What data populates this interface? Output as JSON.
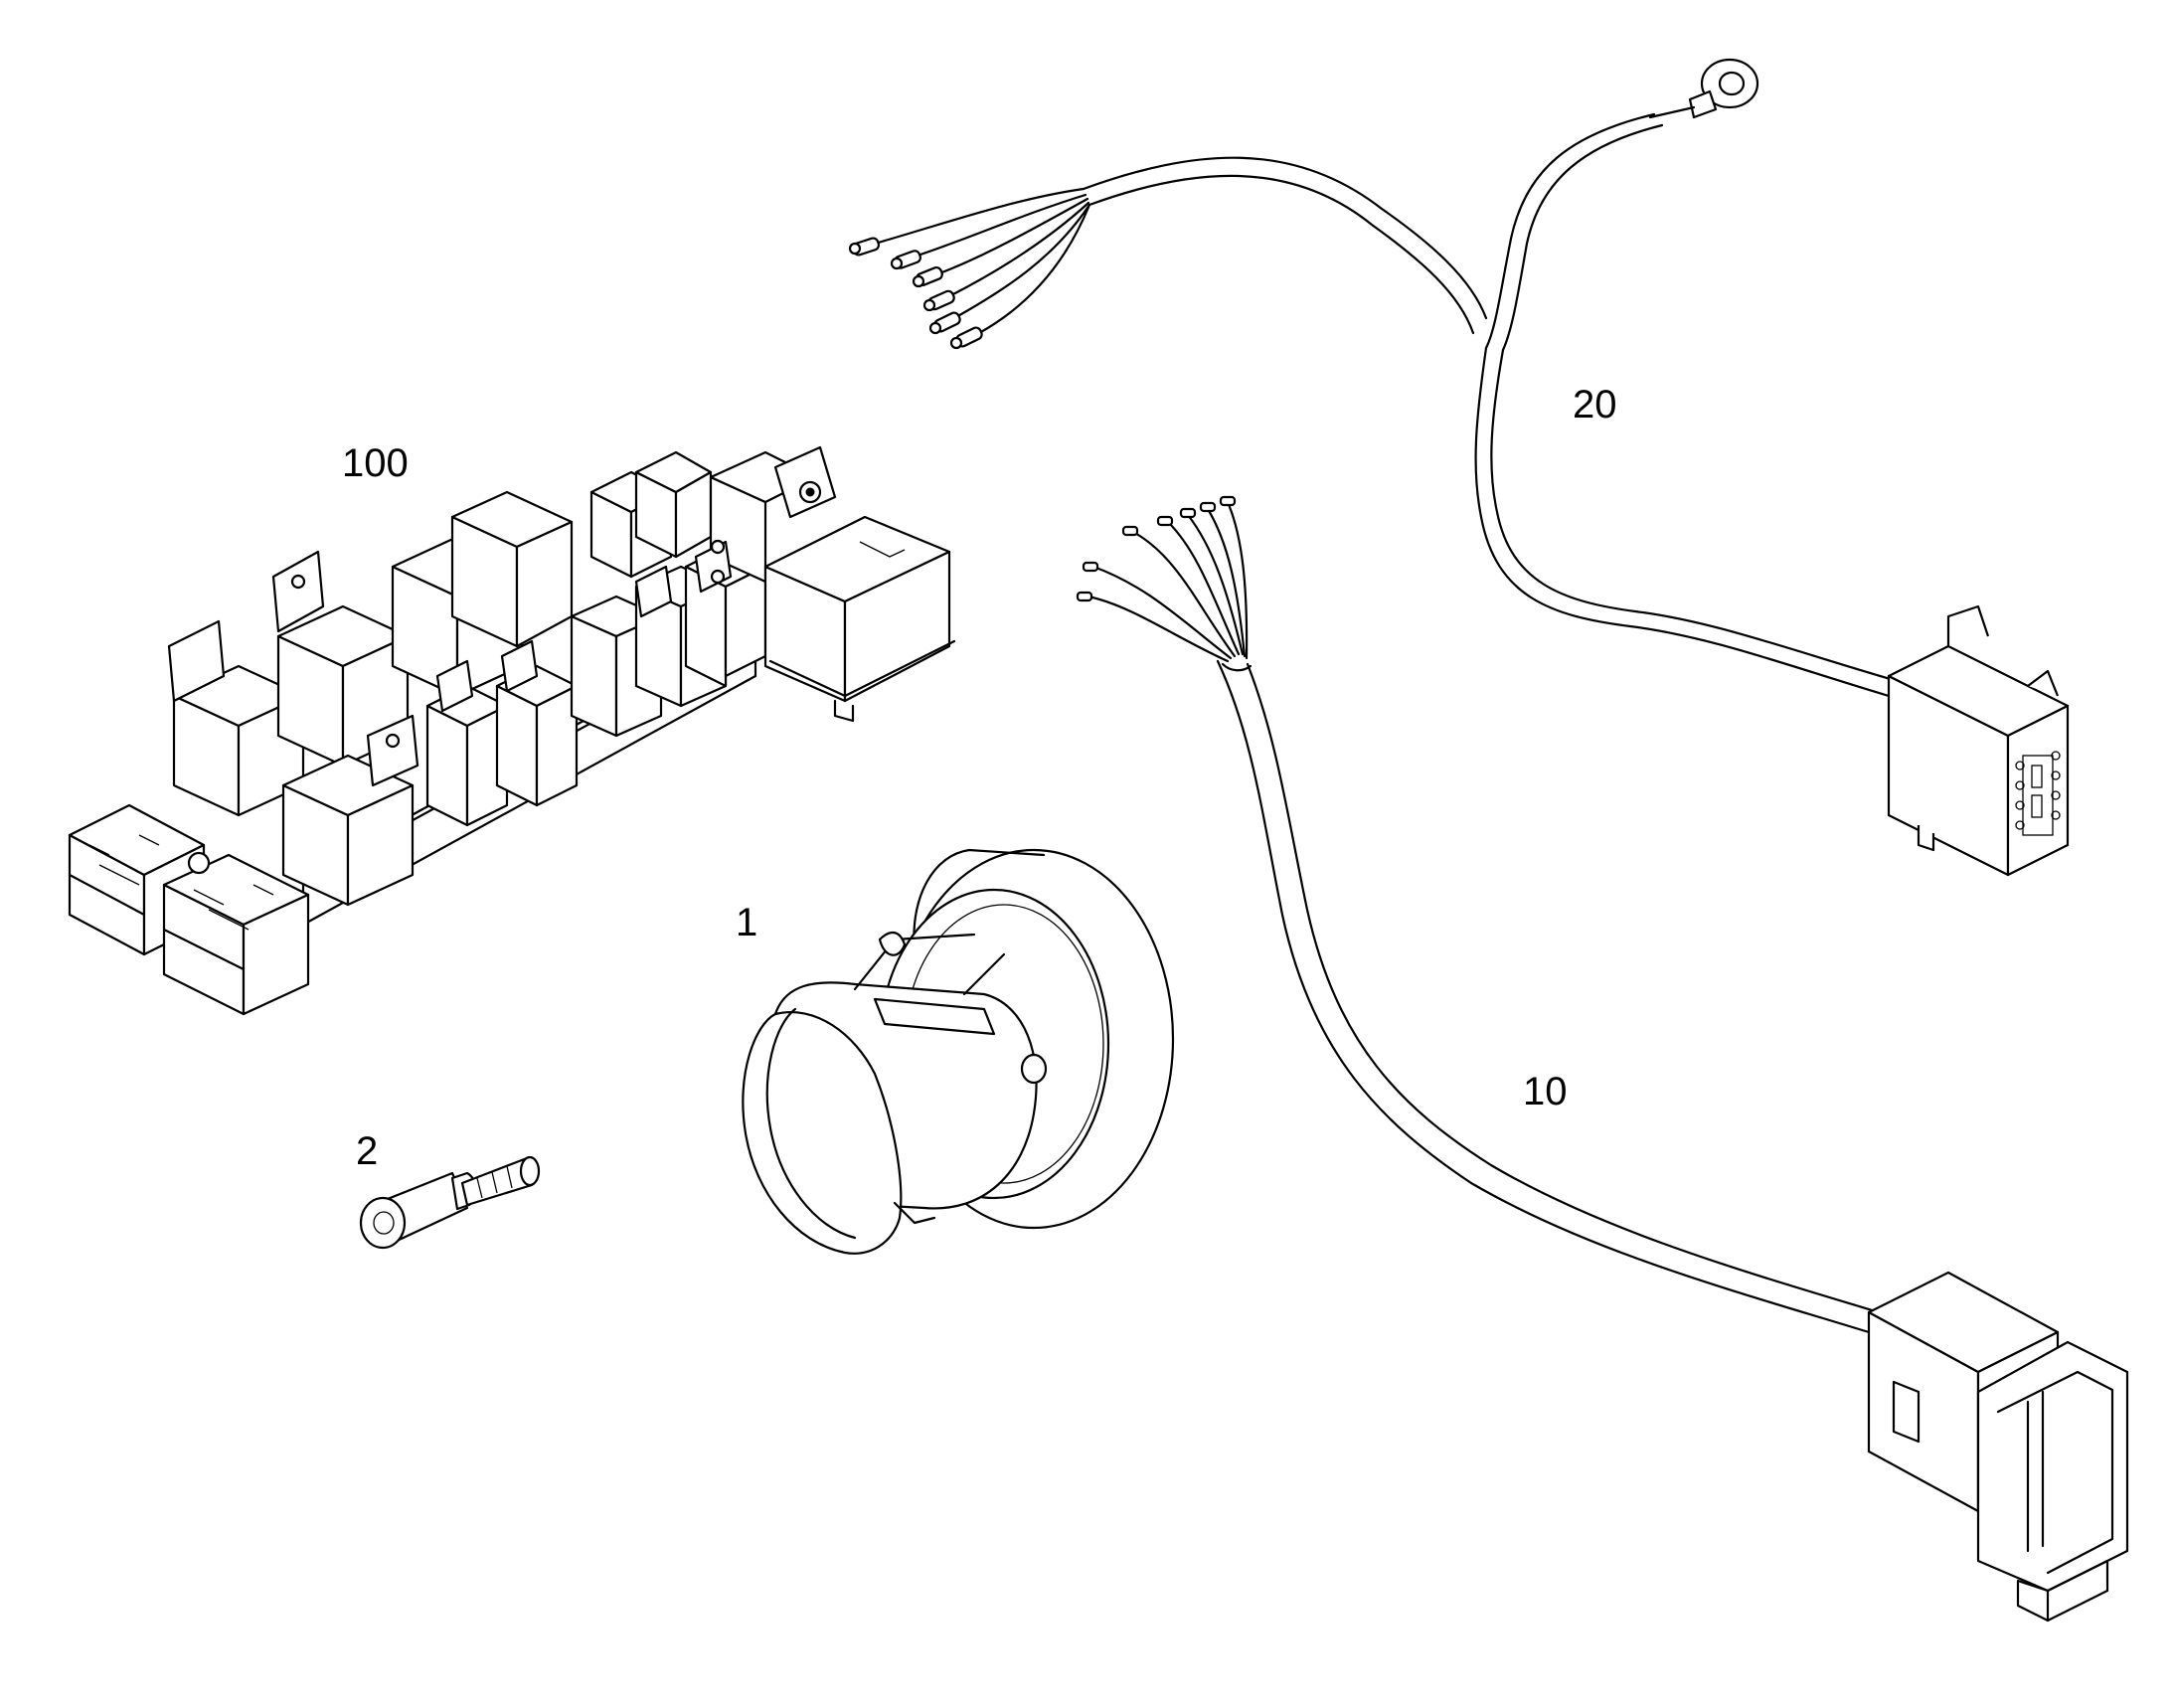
{
  "callouts": {
    "relay_unit": "100",
    "harness_20": "20",
    "rotary_knob": "1",
    "harness_10": "10",
    "screw": "2"
  },
  "colors": {
    "line": "#000000",
    "background": "#ffffff"
  }
}
